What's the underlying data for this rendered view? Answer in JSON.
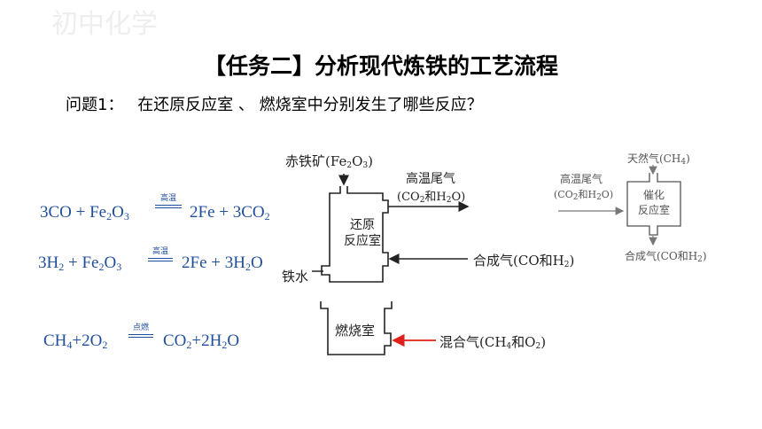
{
  "watermark": "初中化学",
  "title": "【任务二】分析现代炼铁的工艺流程",
  "question": {
    "label": "问题1：",
    "text": "在还原反应室 、 燃烧室中分别发生了哪些反应？"
  },
  "equations": [
    {
      "left": [
        "3CO + Fe",
        "2",
        "O",
        "3"
      ],
      "condition": "高温",
      "right": [
        "2Fe + 3CO",
        "2"
      ]
    },
    {
      "left": [
        "3H",
        "2",
        " + Fe",
        "2",
        "O",
        "3"
      ],
      "condition": "高温",
      "right": [
        "2Fe + 3H",
        "2",
        "O"
      ]
    },
    {
      "left": [
        "CH",
        "4",
        "+2O",
        "2"
      ],
      "condition": "点燃",
      "right": [
        "CO",
        "2",
        "+2H",
        "2",
        "O"
      ]
    }
  ],
  "diagram_main": {
    "ore": [
      "赤铁矿(Fe",
      "2",
      "O",
      "3",
      ")"
    ],
    "reduction_room": [
      "还原",
      "反应室"
    ],
    "tail_gas_title": "高温尾气",
    "tail_gas_sub": [
      "(CO",
      "2",
      "和H",
      "2",
      "O)"
    ],
    "syngas": [
      "合成气(CO和H",
      "2",
      ")"
    ],
    "iron": "铁水",
    "combustion_room": "燃烧室",
    "mixed_gas": [
      "混合气(CH",
      "4",
      "和O",
      "2",
      ")"
    ]
  },
  "diagram_side": {
    "tail_gas_title": "高温尾气",
    "tail_gas_sub": [
      "(CO",
      "2",
      "和H",
      "2",
      "O)"
    ],
    "natural_gas": [
      "天然气(CH",
      "4",
      ")"
    ],
    "catalytic_room": [
      "催化",
      "反应室"
    ],
    "syngas": [
      "合成气(CO和H",
      "2",
      ")"
    ]
  },
  "colors": {
    "equation": "#1f4e9c",
    "mixed_gas_arrow": "#e0201b",
    "diagram_line": "#222222"
  }
}
